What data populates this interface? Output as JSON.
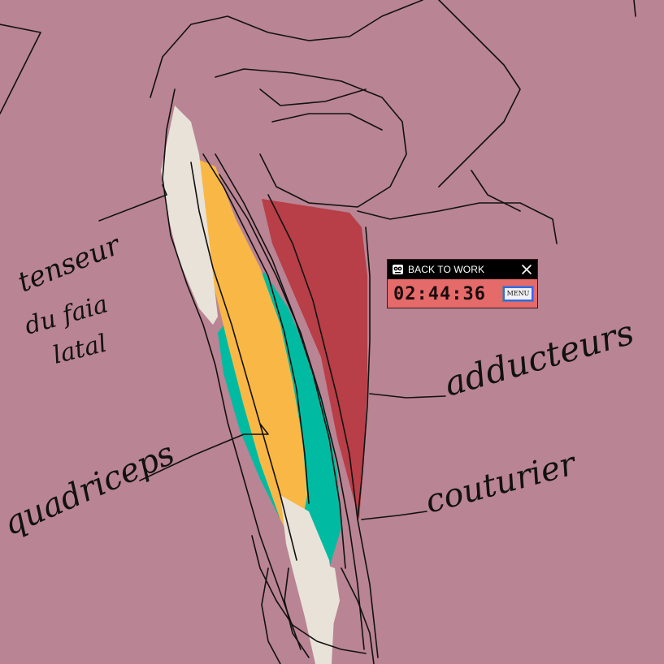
{
  "drawing": {
    "labels": {
      "tenseur_line1": "tenseur",
      "tenseur_line2": "du faia",
      "tenseur_line3": "latal",
      "quadriceps": "quadriceps",
      "adducteurs": "adducteurs",
      "couturier": "couturier"
    },
    "colors": {
      "background": "#b98493",
      "bone_fascia": "#e8e2d8",
      "quadriceps": "#f9b845",
      "sartorius": "#00bba1",
      "adductors": "#b83e47",
      "ink": "#111111"
    }
  },
  "timer_widget": {
    "title": "BACK TO WORK",
    "time": "02:44:36",
    "menu_label": "MENU",
    "icons": {
      "title": "glasses-robot-icon",
      "close": "close-icon"
    },
    "colors": {
      "body": "#e56a6a",
      "titlebar": "#000000"
    }
  }
}
